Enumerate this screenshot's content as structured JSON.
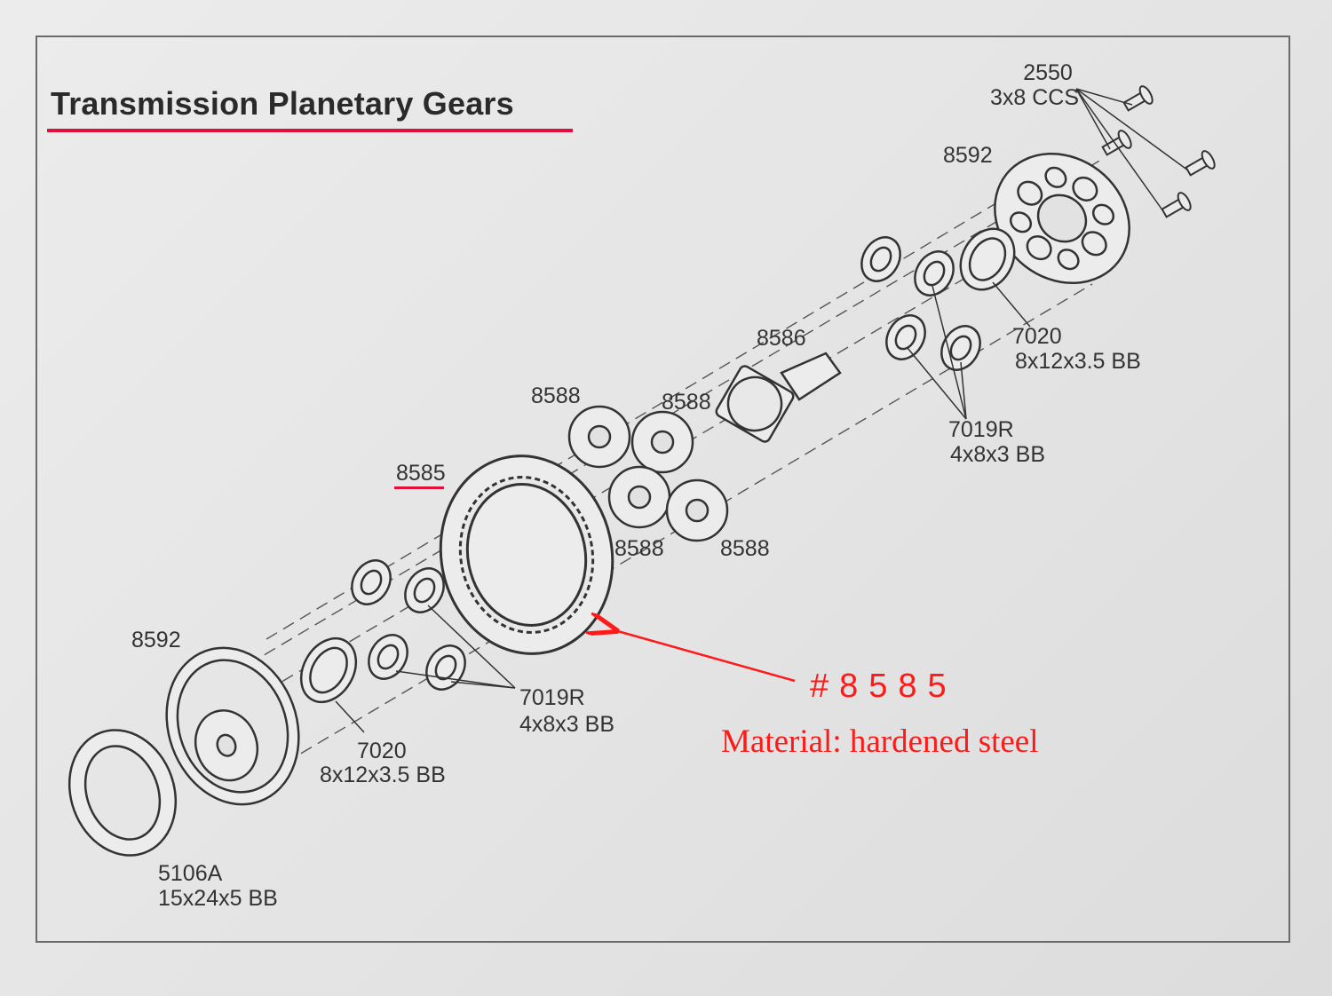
{
  "title": "Transmission Planetary Gears",
  "labels": {
    "screws_part": "2550",
    "screws_desc": "3x8 CCS",
    "carrier_top": "8592",
    "pinion": "8586",
    "bearing_top_part": "7020",
    "bearing_top_desc": "8x12x3.5 BB",
    "small_bearing_top_part": "7019R",
    "small_bearing_top_desc": "4x8x3 BB",
    "planet_a": "8588",
    "planet_b": "8588",
    "planet_c": "8588",
    "planet_d": "8588",
    "ring_gear": "8585",
    "carrier_bottom": "8592",
    "small_bearing_bottom_part": "7019R",
    "small_bearing_bottom_desc": "4x8x3 BB",
    "bearing_bottom_part": "7020",
    "bearing_bottom_desc": "8x12x3.5 BB",
    "big_bearing_part": "5106A",
    "big_bearing_desc": "15x24x5 BB"
  },
  "callout": {
    "part_number": "#8585",
    "material": "Material: hardened steel"
  },
  "colors": {
    "accent_red": "#e0103a",
    "callout_red": "#ff1a1a",
    "ink": "#333333"
  }
}
